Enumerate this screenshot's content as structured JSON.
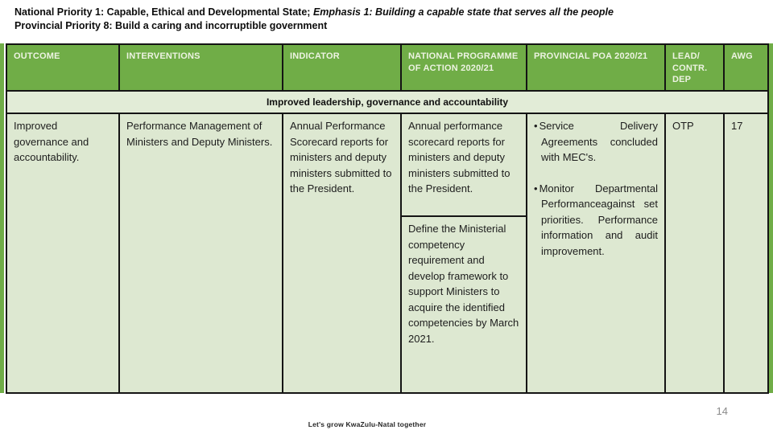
{
  "slide": {
    "title_line1_normal": "National Priority 1: Capable, Ethical and Developmental State; ",
    "title_line1_italic": "Emphasis 1: Building a capable state that serves all the people",
    "title_line2": "Provincial Priority 8: Build a caring and incorruptible government",
    "footer": "Let's grow KwaZulu-Natal together",
    "page_number": "14"
  },
  "colors": {
    "header_green": "#70ad47",
    "cell_green": "#dde8d1",
    "banner_green": "#e2ecd7",
    "border": "#141414",
    "page_number_gray": "#8a8a8a"
  },
  "table": {
    "headers": [
      "OUTCOME",
      "INTERVENTIONS",
      "INDICATOR",
      "NATIONAL PROGRAMME OF ACTION 2020/21",
      "PROVINCIAL POA 2020/21",
      "LEAD/ CONTR. DEP",
      "AWG"
    ],
    "banner": "Improved leadership, governance and accountability",
    "row": {
      "outcome": "Improved governance and accountability.",
      "interventions": "Performance Management of Ministers and Deputy Ministers.",
      "indicator": "Annual Performance Scorecard reports for ministers and deputy ministers submitted to the President.",
      "national_poa_1": "Annual performance scorecard reports for ministers and deputy ministers submitted to the President.",
      "national_poa_2": "Define the Ministerial competency requirement and develop framework to support Ministers to acquire the identified competencies by March 2021.",
      "provincial_poa_bullets": [
        "Service Delivery Agreements concluded with MEC's.",
        "Monitor Departmental Performanceagainst set priorities. Performance information and audit improvement."
      ],
      "lead_dep": "OTP",
      "awg": "17"
    }
  }
}
